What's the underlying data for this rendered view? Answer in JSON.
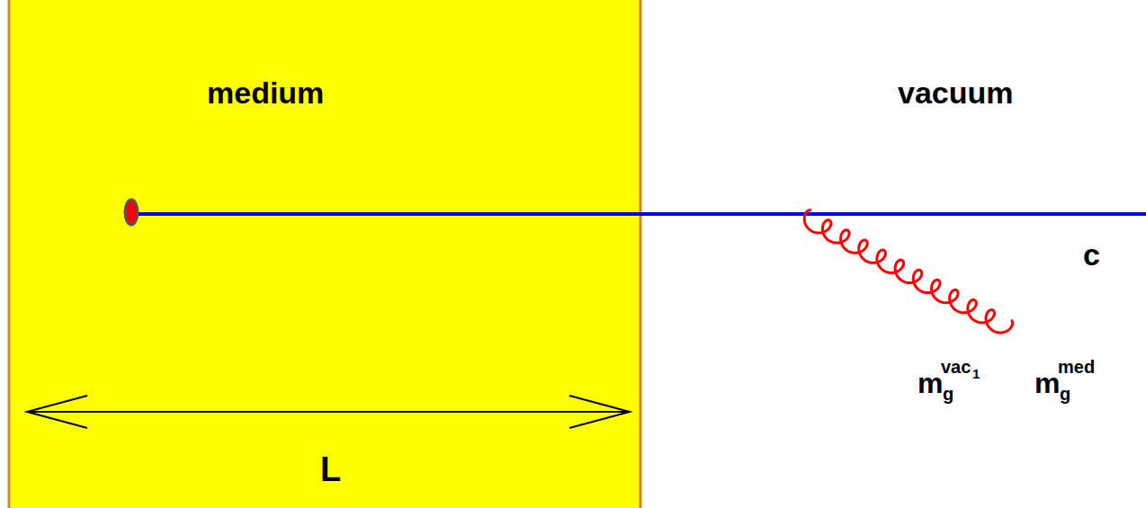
{
  "diagram": {
    "nodes": [
      {
        "text": [
          "medium"
        ]
      }
    ],
    "labels": [
      "vacuum",
      "c",
      "L",
      "m",
      "vac",
      "1",
      "g",
      "m",
      "med",
      "g"
    ]
  }
}
